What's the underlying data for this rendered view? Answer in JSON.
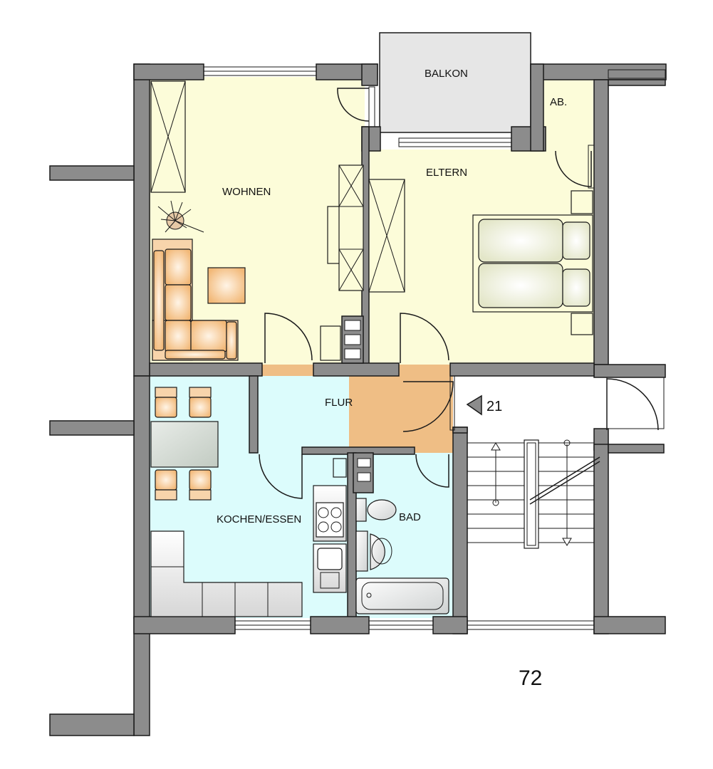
{
  "rooms": {
    "wohnen": "WOHNEN",
    "balkon": "BALKON",
    "ab": "AB.",
    "eltern": "ELTERN",
    "flur": "FLUR",
    "kochen": "KOCHEN/ESSEN",
    "bad": "BAD"
  },
  "entrance_marker": "21",
  "unit_number": "72",
  "colors": {
    "wall": "#8c8c8c",
    "living_floor": "#fcfcd9",
    "wet_floor": "#dcfcfc",
    "hall_floor": "#efbe85",
    "balcony_floor": "#e6e6e6",
    "sofa": "#f5c894"
  }
}
